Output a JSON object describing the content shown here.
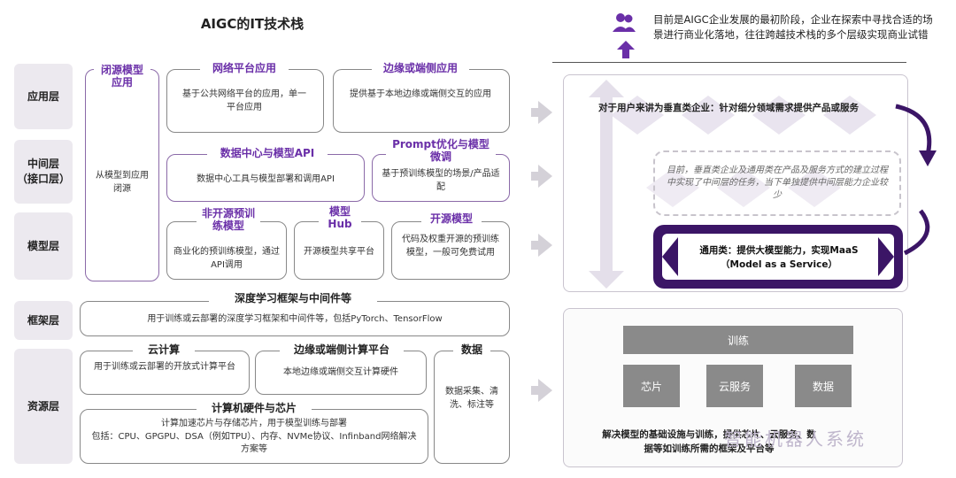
{
  "title": "AIGC的IT技术栈",
  "layers": {
    "app": "应用层",
    "middle": "中间层\n（接口层）",
    "model": "模型层",
    "framework": "框架层",
    "resource": "资源层"
  },
  "closed_model": {
    "header": "闭源模型应用",
    "desc": "从模型到应用闭源"
  },
  "network_app": {
    "header": "网络平台应用",
    "desc": "基于公共网络平台的应用，单一平台应用"
  },
  "edge_app": {
    "header": "边缘或端侧应用",
    "desc": "提供基于本地边缘或端侧交互的应用"
  },
  "datacenter_api": {
    "header": "数据中心与模型API",
    "desc": "数据中心工具与模型部署和调用API"
  },
  "prompt_tuning": {
    "header": "Prompt优化与模型微调",
    "desc": "基于预训练模型的场景/产品适配"
  },
  "non_open": {
    "header": "非开源预训练模型",
    "desc": "商业化的预训练模型，通过API调用"
  },
  "model_hub": {
    "header": "模型Hub",
    "desc": "开源模型共享平台"
  },
  "open_model": {
    "header": "开源模型",
    "desc": "代码及权重开源的预训练模型，一般可免费试用"
  },
  "dl_framework": {
    "header": "深度学习框架与中间件等",
    "desc": "用于训练或云部署的深度学习框架和中间件等，包括PyTorch、TensorFlow"
  },
  "cloud": {
    "header": "云计算",
    "desc": "用于训练或云部署的开放式计算平台"
  },
  "edge_compute": {
    "header": "边缘或端侧计算平台",
    "desc": "本地边缘或端侧交互计算硬件"
  },
  "data": {
    "header": "数据",
    "desc": "数据采集、清洗、标注等"
  },
  "hardware": {
    "header": "计算机硬件与芯片",
    "desc": "计算加速芯片与存储芯片，用于模型训练与部署\n包括：CPU、GPGPU、DSA（例如TPU）、内存、NVMe协议、Infinband网络解决方案等"
  },
  "right": {
    "intro": "目前是AIGC企业发展的最初阶段，企业在探索中寻找合适的场景进行商业化落地，往往跨越技术栈的多个层级实现商业试错",
    "vertical": "对于用户来讲为垂直类企业：针对细分领域需求提供产品或服务",
    "middle_note": "目前，垂直类企业及通用类在产品及服务方式的建立过程中实现了中间层的任务，当下单独提供中间层能力企业较少",
    "general": "通用类：提供大模型能力，实现MaaS\n（Model as a Service）",
    "training": "训练",
    "chip": "芯片",
    "cloud_service": "云服务",
    "data": "数据",
    "bottom_note": "解决模型的基础设施与训练，提供芯片、云服务、数据等如训练所需的框架及平台等"
  },
  "watermark": "智能机器人系统",
  "colors": {
    "purple": "#6a2fa8",
    "deep_purple": "#3b1566",
    "gray": "#8a8a8a"
  }
}
